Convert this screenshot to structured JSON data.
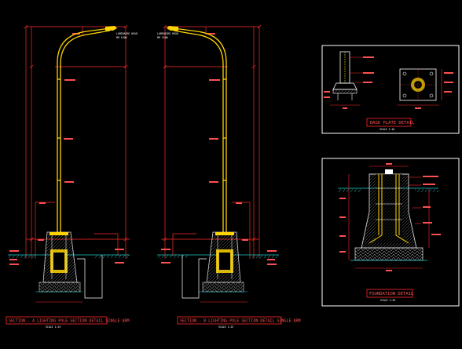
{
  "drawing": {
    "background": "#000000",
    "colors": {
      "dimension": "#ff2a2a",
      "pole": "#ffd400",
      "concrete": "#d0d0d0",
      "soil": "#22c7c7",
      "frame": "#ffffff",
      "text": "#ffffff"
    },
    "left_section": {
      "lamp_label": "LUMINAIRE HEAD",
      "lamp_label_2": "MH 150W",
      "title": "SECTION - A LIGHTING POLE SECTION DETAIL SINGLE ARM",
      "scale": "SCALE 1:25"
    },
    "right_section": {
      "lamp_label": "LUMINAIRE HEAD",
      "lamp_label_2": "MH 150W",
      "title": "SECTION - B LIGHTING POLE SECTION DETAIL SINGLE ARM",
      "scale": "SCALE 1:25"
    },
    "base_plate": {
      "title": "BASE PLATE DETAIL",
      "scale": "SCALE 1:10"
    },
    "foundation": {
      "title": "FOUNDATION DETAIL",
      "scale": "SCALE 1:20"
    }
  }
}
